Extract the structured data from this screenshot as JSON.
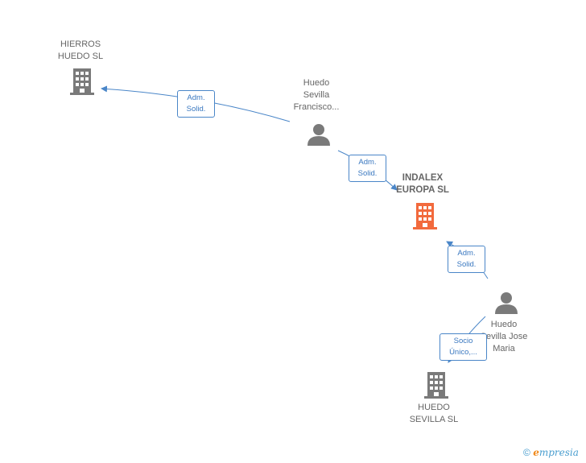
{
  "nodes": {
    "hierros": {
      "line1": "HIERROS",
      "line2": "HUEDO SL"
    },
    "francisco": {
      "line1": "Huedo",
      "line2": "Sevilla",
      "line3": "Francisco..."
    },
    "indalex": {
      "line1": "INDALEX",
      "line2": "EUROPA SL"
    },
    "josemaria": {
      "line1": "Huedo",
      "line2": "Sevilla Jose",
      "line3": "Maria"
    },
    "sevilla": {
      "line1": "HUEDO",
      "line2": "SEVILLA SL"
    }
  },
  "edges": {
    "e1": {
      "line1": "Adm.",
      "line2": "Solid."
    },
    "e2": {
      "line1": "Adm.",
      "line2": "Solid."
    },
    "e3": {
      "line1": "Adm.",
      "line2": "Solid."
    },
    "e4": {
      "line1": "Socio",
      "line2": "Único,..."
    }
  },
  "colors": {
    "edge": "#4a86c8",
    "company": "#7a7a7a",
    "focus_company": "#f26a3d",
    "person": "#7a7a7a"
  },
  "footer": {
    "copyright": "©",
    "brand_e": "e",
    "brand_rest": "mpresia"
  }
}
